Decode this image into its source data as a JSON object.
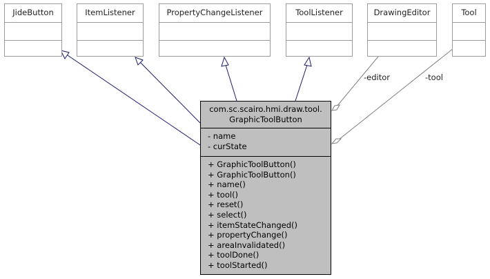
{
  "interfaces": [
    {
      "id": "jidebutton",
      "name": "JideButton"
    },
    {
      "id": "itemlistener",
      "name": "ItemListener"
    },
    {
      "id": "propertychangelistener",
      "name": "PropertyChangeListener"
    },
    {
      "id": "toollistener",
      "name": "ToolListener"
    },
    {
      "id": "drawingeditor",
      "name": "DrawingEditor"
    },
    {
      "id": "tool",
      "name": "Tool"
    }
  ],
  "main_class": {
    "title_line1": "com.sc.scairo.hmi.draw.tool.",
    "title_line2": "GraphicToolButton",
    "attributes": [
      "- name",
      "- curState"
    ],
    "operations": [
      "+ GraphicToolButton()",
      "+ GraphicToolButton()",
      "+ name()",
      "+ tool()",
      "+ reset()",
      "+ select()",
      "+ itemStateChanged()",
      "+ propertyChange()",
      "+ areaInvalidated()",
      "+ toolDone()",
      "+ toolStarted()"
    ]
  },
  "associations": {
    "editor_label": "-editor",
    "tool_label": "-tool"
  },
  "colors": {
    "main_fill": "#bfbfbf",
    "edge_color": "#1a1a6e",
    "assoc_color": "#7f7f7f"
  }
}
